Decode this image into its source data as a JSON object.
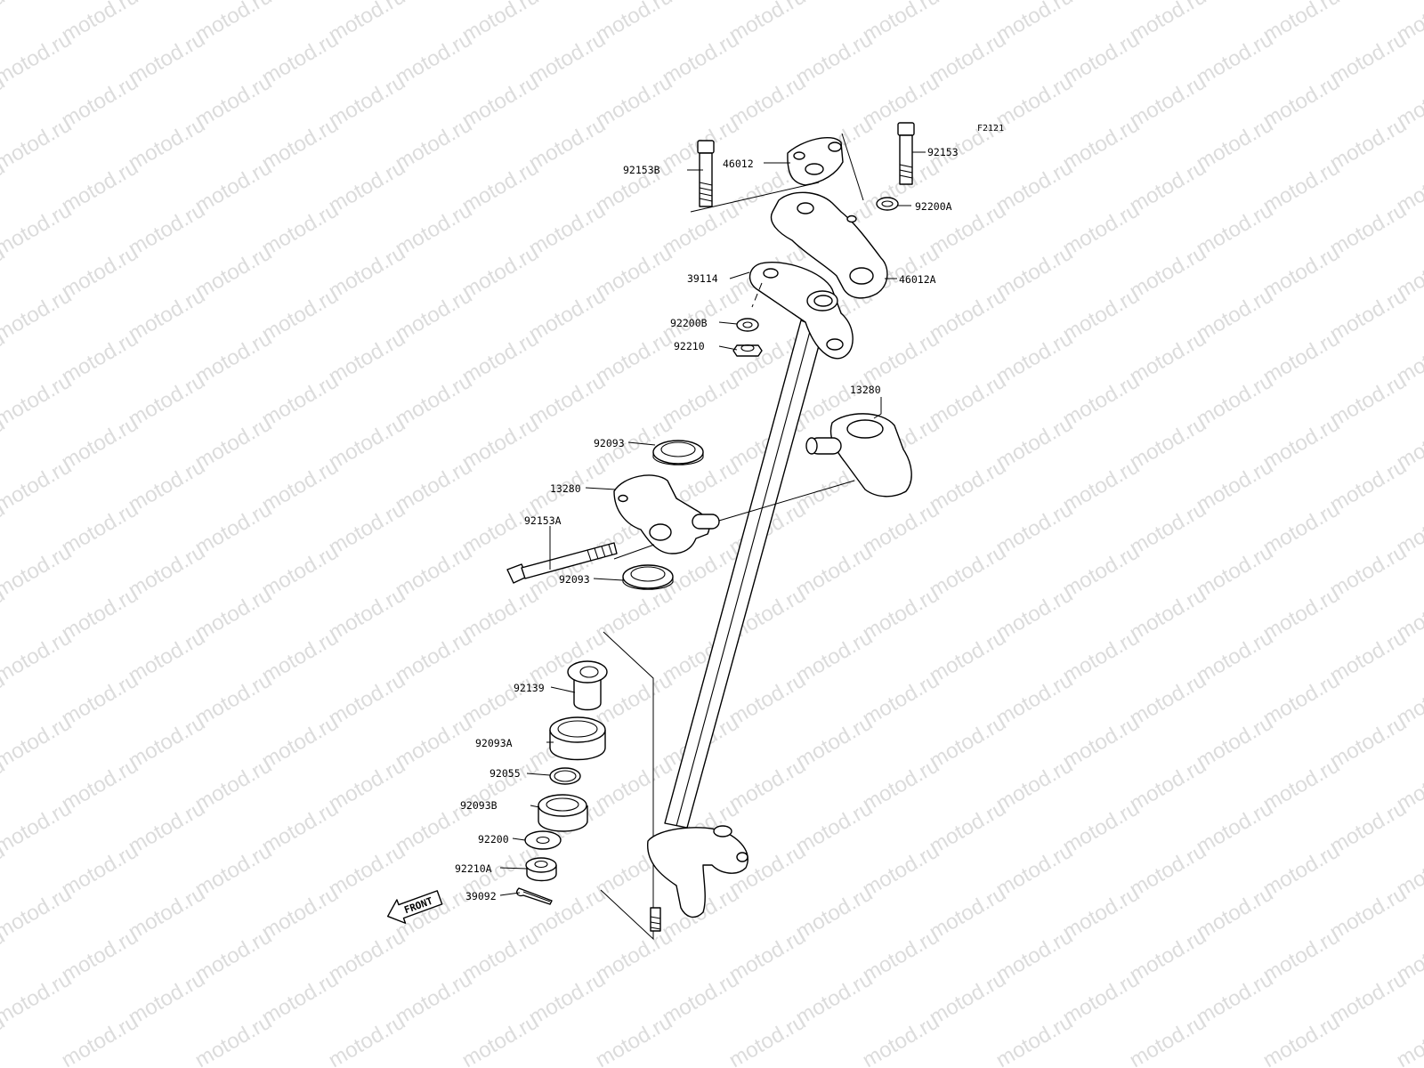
{
  "watermark": {
    "text": "motod.ru"
  },
  "figure_code": "F2121",
  "front_label": "FRONT",
  "labels": {
    "p92153B": "92153B",
    "p46012": "46012",
    "p92153": "92153",
    "p92200A": "92200A",
    "p39114": "39114",
    "p46012A": "46012A",
    "p92200B": "92200B",
    "p92210": "92210",
    "p13280_right": "13280",
    "p92093_upper": "92093",
    "p13280_left": "13280",
    "p92153A": "92153A",
    "p92093_lower": "92093",
    "p92139": "92139",
    "p92093A": "92093A",
    "p92055": "92055",
    "p92093B": "92093B",
    "p92200": "92200",
    "p92210A": "92210A",
    "p39092": "39092"
  }
}
